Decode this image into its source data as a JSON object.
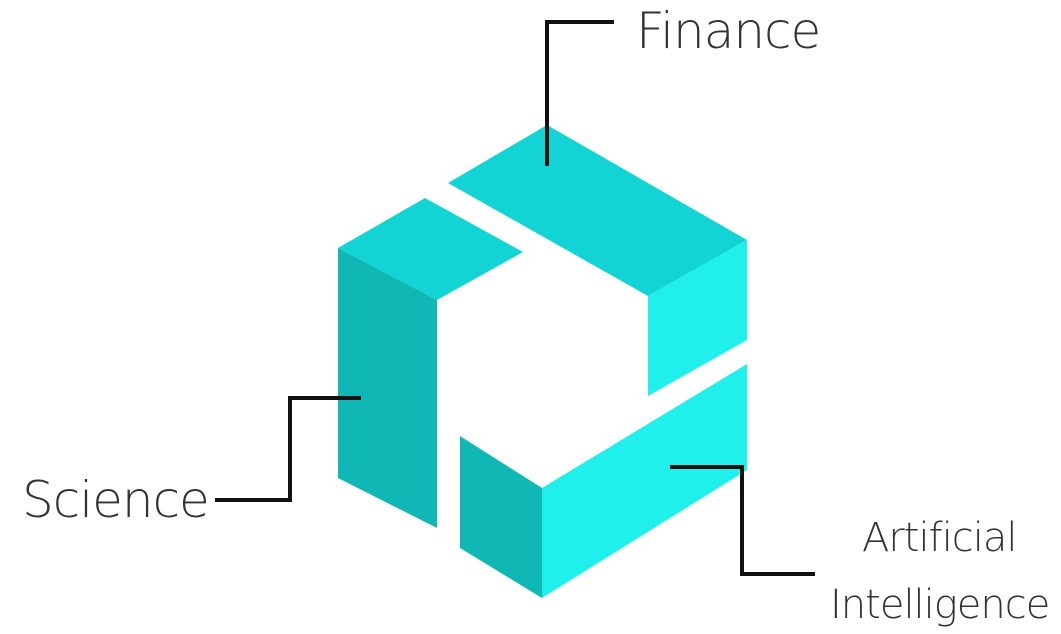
{
  "labels": {
    "finance": "Finance",
    "science": "Science",
    "ai_line1": "Artificial",
    "ai_line2": "Intelligence"
  },
  "colors": {
    "top_face": "#12d4d4",
    "left_face": "#0fb8b4",
    "right_face": "#1ff0ec",
    "leader_line": "#111111",
    "label_text": "#333333"
  }
}
